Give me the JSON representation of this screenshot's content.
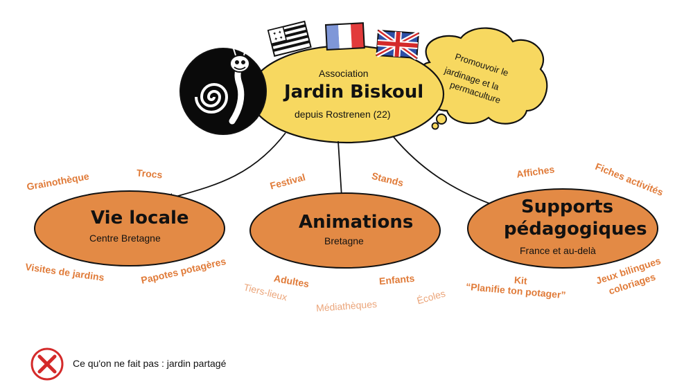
{
  "center": {
    "line1": "Association",
    "title": "Jardin Biskoul",
    "line3": "depuis Rostrenen (22)"
  },
  "thought": {
    "line1": "Promouvoir le",
    "line2": "jardinage et la",
    "line3": "permaculture"
  },
  "flags": [
    "breton-flag-icon",
    "french-flag-icon",
    "uk-flag-icon"
  ],
  "nodes": {
    "vie_locale": {
      "title": "Vie locale",
      "subtitle": "Centre Bretagne"
    },
    "animations": {
      "title": "Animations",
      "subtitle": "Bretagne"
    },
    "supports": {
      "title_line1": "Supports",
      "title_line2": "pédagogiques",
      "subtitle": "France et au-delà"
    }
  },
  "tags": {
    "grainotheque": "Grainothèque",
    "trocs": "Trocs",
    "visites": "Visites de jardins",
    "papotes": "Papotes potagères",
    "festival": "Festival",
    "stands": "Stands",
    "adultes": "Adultes",
    "enfants": "Enfants",
    "tiers_lieux": "Tiers-lieux",
    "mediatheques": "Médiathèques",
    "ecoles": "Écoles",
    "affiches": "Affiches",
    "fiches": "Fiches activités",
    "kit_line1": "Kit",
    "kit_line2": "“Planifie ton potager”",
    "jeux_line1": "Jeux bilingues",
    "jeux_line2": "coloriages"
  },
  "legend": {
    "text": "Ce qu'on ne fait pas : jardin partagé"
  },
  "colors": {
    "center_fill": "#f7d860",
    "node_fill": "#e38a45",
    "tag": "#e07b39",
    "tag_light": "#eba57a",
    "cross": "#d42a2a"
  }
}
